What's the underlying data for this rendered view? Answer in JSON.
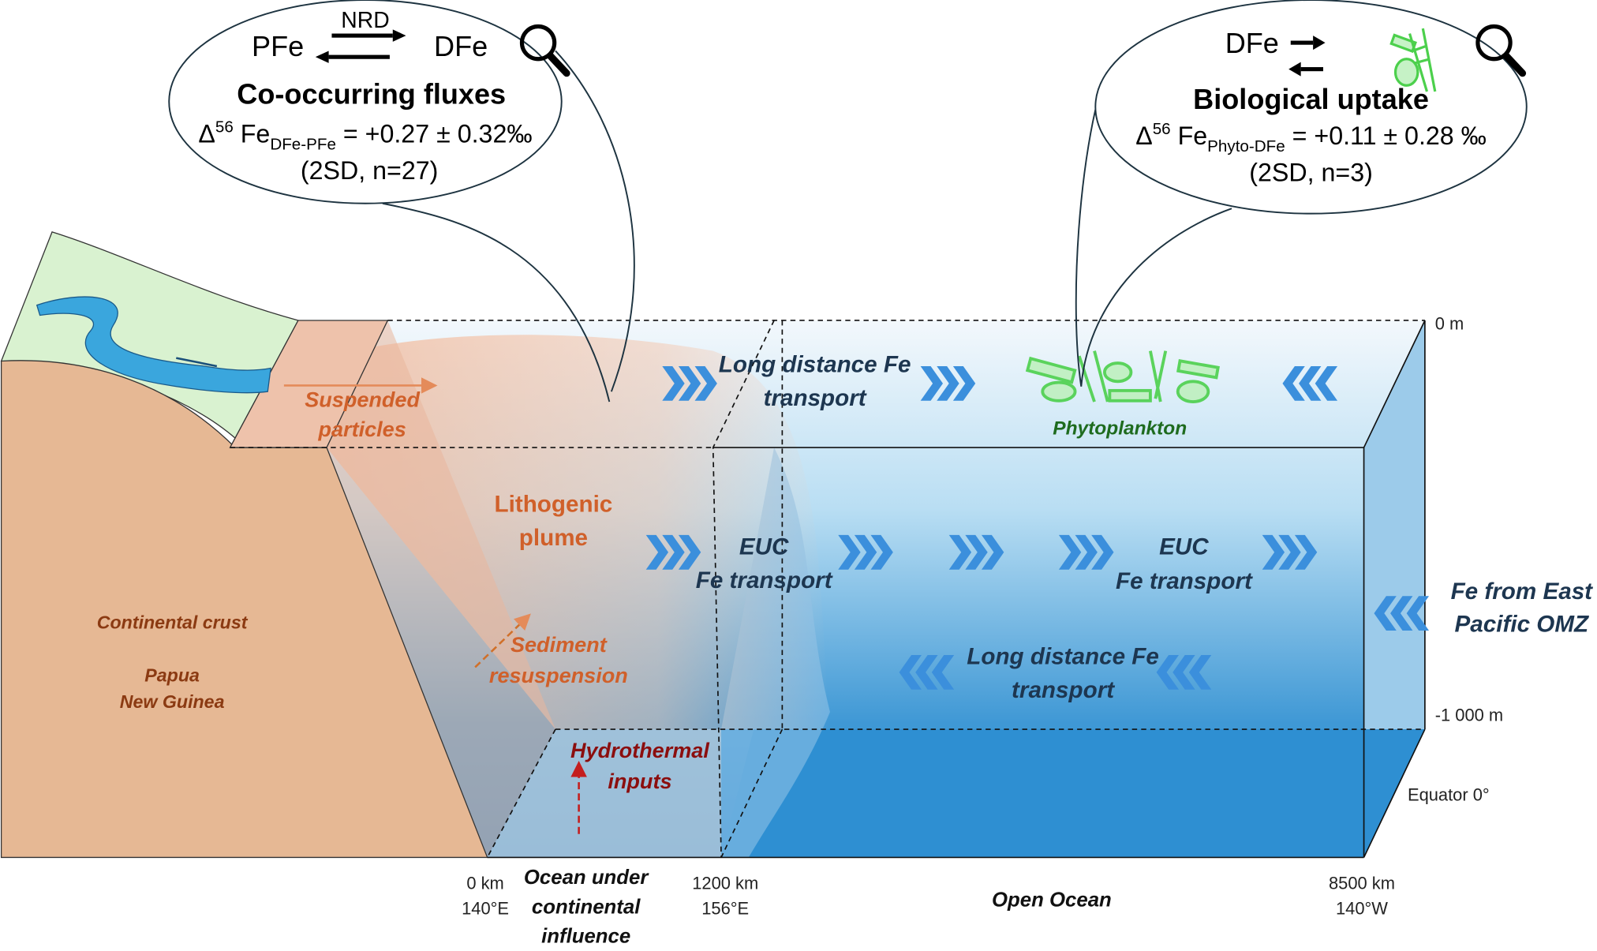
{
  "bubble_left": {
    "from": "PFe",
    "to": "DFe",
    "arrow_label": "NRD",
    "title": "Co-occurring fluxes",
    "delta": "Δ",
    "sup": "56",
    "fe": " Fe",
    "sub": "DFe-PFe",
    "value": " = +0.27 ± 0.32‰",
    "stats": "(2SD, n=27)",
    "icon": "magnifier-icon"
  },
  "bubble_right": {
    "from": "DFe",
    "title": "Biological uptake",
    "delta": "Δ",
    "sup": "56",
    "fe": " Fe",
    "sub": "Phyto-DFe",
    "value": " = +0.11 ± 0.28 ‰",
    "stats": "(2SD, n=3)",
    "icon": "magnifier-icon"
  },
  "labels": {
    "suspended": [
      "Suspended",
      "particles"
    ],
    "lithogenic": [
      "Lithogenic",
      "plume"
    ],
    "sediment": [
      "Sediment",
      "resuspension"
    ],
    "hydrothermal": [
      "Hydrothermal",
      "inputs"
    ],
    "crust": "Continental crust",
    "png": [
      "Papua",
      "New Guinea"
    ],
    "long_top": [
      "Long distance Fe",
      "transport"
    ],
    "phyto": "Phytoplankton",
    "euc1": [
      "EUC",
      "Fe transport"
    ],
    "euc2": [
      "EUC",
      "Fe transport"
    ],
    "omz": [
      "Fe from East",
      "Pacific OMZ"
    ],
    "long_bottom": [
      "Long distance Fe",
      "transport"
    ]
  },
  "axes": {
    "depth_top": "0 m",
    "depth_bottom": "-1 000 m",
    "equator": "Equator 0°",
    "x0": [
      "0 km",
      "140°E"
    ],
    "x1": [
      "1200 km",
      "156°E"
    ],
    "x2": [
      "8500 km",
      "140°W"
    ],
    "zone1": [
      "Ocean under",
      "continental",
      "influence"
    ],
    "zone2": "Open Ocean"
  },
  "colors": {
    "land": "#e6b894",
    "vegetation": "#d9f2d0",
    "river": "#3aa6dd",
    "ocean_deep": "#2f8fd0",
    "ocean_light": "#e8f3fb",
    "plume": "#f4c4a8",
    "orange_text": "#d0602a",
    "brown_text": "#8b3a12",
    "red_text": "#8b0e0e",
    "navy_text": "#1d3650",
    "green_text": "#1e6b1e",
    "chevron": "#3b8fdc"
  }
}
